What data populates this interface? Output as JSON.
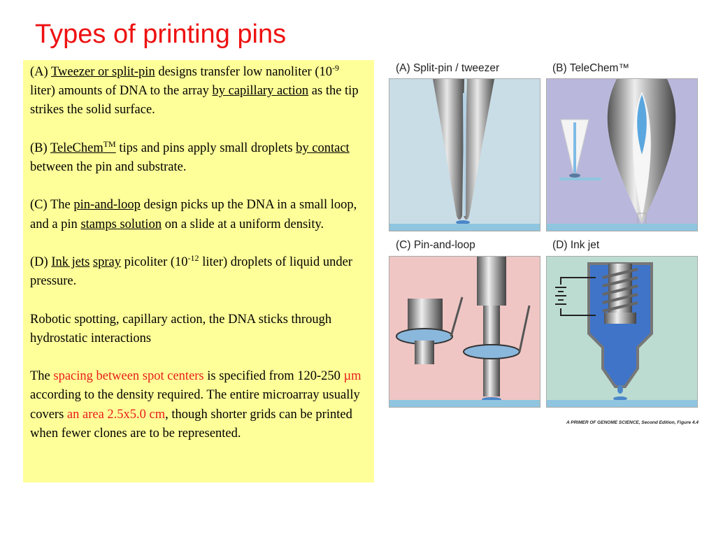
{
  "slide": {
    "title": "Types of printing pins"
  },
  "text": {
    "a": {
      "prefix": "(A) ",
      "link1": "Tweezer or split-pin",
      "mid1": " designs transfer low nanoliter (10",
      "sup": "-9",
      "mid2": " liter) amounts of DNA to the array ",
      "link2": "by capillary action",
      "suffix": " as the tip strikes the solid surface."
    },
    "b": {
      "prefix": "(B) ",
      "link1": "TeleChem",
      "sup": "TM",
      "mid": " tips and pins apply small droplets ",
      "link2": "by contact",
      "suffix": " between the pin and substrate."
    },
    "c": {
      "prefix": "(C) The ",
      "link1": "pin-and-loop",
      "mid": " design picks up the DNA in a small loop, and a pin ",
      "link2": "stamps solution",
      "suffix": " on a slide at a uniform density."
    },
    "d": {
      "prefix": "(D) ",
      "link1": "Ink jets",
      "space": " ",
      "link2": "spray",
      "mid1": " picoliter (10",
      "sup": "-12",
      "suffix": " liter) droplets of liquid under pressure."
    },
    "robotic": "Robotic spotting, capillary action, the DNA sticks through hydrostatic interactions",
    "spacing": {
      "prefix": "The ",
      "red1": "spacing between spot centers",
      "mid1": " is specified from 120-250 ",
      "unit": "µm",
      "mid2": " according to the density required. The entire microarray usually covers ",
      "red2": "an area 2.5x5.0 cm",
      "suffix": ", though shorter grids can be printed when fewer clones are to be represented."
    }
  },
  "figure": {
    "panels": [
      {
        "label": "(A)  Split-pin / tweezer"
      },
      {
        "label": "(B)  TeleChem™"
      },
      {
        "label": "(C)  Pin-and-loop"
      },
      {
        "label": "(D)  Ink jet"
      }
    ],
    "credit": "A PRIMER OF GENOME SCIENCE, Second Edition, Figure 4.4",
    "colors": {
      "panel_a_bg": "#c9dde6",
      "panel_b_bg": "#b9b8dc",
      "panel_c_bg": "#efc6c4",
      "panel_d_bg": "#bcdcd2",
      "slide_blue": "#8fc5df",
      "liquid_blue": "#4a86c9"
    }
  },
  "colors": {
    "title": "#ee1111",
    "textbox_bg": "#ffff99",
    "highlight": "#e81c1c"
  }
}
